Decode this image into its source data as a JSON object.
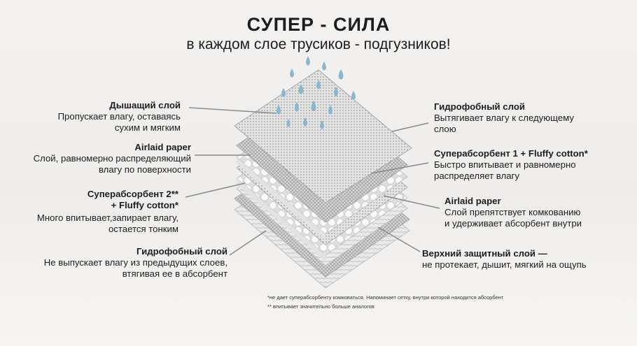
{
  "title": "СУПЕР - СИЛА",
  "subtitle": "в каждом слое трусиков - подгузников!",
  "left_layers": [
    {
      "title": "Дышащий слой",
      "desc": [
        "Пропускает влагу, оставаясь",
        "сухим и мягким"
      ]
    },
    {
      "title": "Airlaid paper",
      "desc": [
        "Слой, равномерно распределяющий",
        "влагу по поверхности"
      ]
    },
    {
      "title": "Суперабсорбент 2**",
      "title2": "+ Fluffy cotton*",
      "desc": [
        "Много впитывает,запирает влагу,",
        "остается тонким"
      ]
    },
    {
      "title": "Гидрофобный слой",
      "desc": [
        "Не выпускает влагу из предыдущих слоев,",
        "втягивая ее в абсорбент"
      ]
    }
  ],
  "right_layers": [
    {
      "title": "Гидрофобный слой",
      "desc": [
        "Вытягивает влагу к следующему",
        "слою"
      ]
    },
    {
      "title": "Суперабсорбент 1 + Fluffy cotton*",
      "desc": [
        "Быстро впитывает и равномерно",
        "распределяет влагу"
      ]
    },
    {
      "title": "Airlaid paper",
      "desc": [
        "Слой препятствует комкованию",
        "и удерживает абсорбент внутри"
      ]
    },
    {
      "title": "Верхний защитный слой —",
      "desc": [
        "не протекает, дышит, мягкий на ощупь"
      ]
    }
  ],
  "footnotes": [
    "*не дает суперабсорбенту комковаться. Напоминает сетку, внутри которой находится абсорбент",
    "** впитывает значительно  больше аналогов"
  ],
  "colors": {
    "drop": "#8ab7cf",
    "line": "#8a8a8a",
    "layer": "#d9d9d9"
  }
}
